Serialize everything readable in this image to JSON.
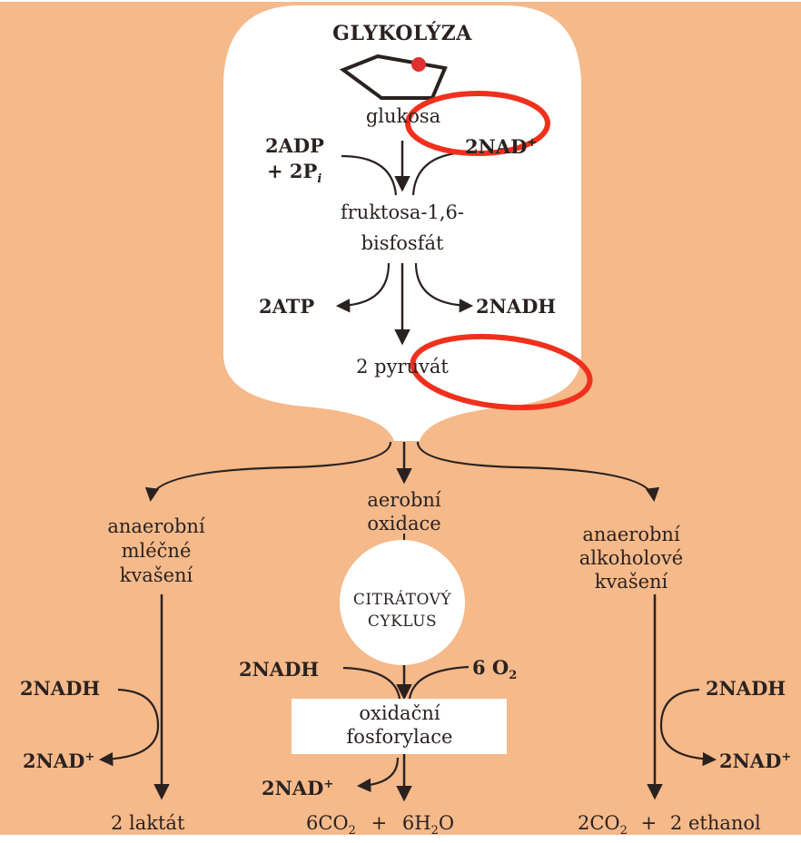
{
  "title": "GLYKOLÝZA",
  "glycolysis": {
    "glucose": "glukosa",
    "adp_line1": "2ADP",
    "adp_line2_prefix": "+ 2P",
    "adp_line2_sub": "i",
    "nad_in": "2NAD",
    "nad_in_sup": "+",
    "fructose_line1": "fruktosa-1,6-",
    "fructose_line2": "bisfosfát",
    "atp_out": "2ATP",
    "nadh_out": "2NADH",
    "pyruvate": "2 pyruvát"
  },
  "branches": {
    "left": {
      "line1": "anaerobní",
      "line2": "mléčné",
      "line3": "kvašení",
      "nadh": "2NADH",
      "nad": "2NAD",
      "nad_sup": "+",
      "product": "2 laktát"
    },
    "center": {
      "line1": "aerobní",
      "line2": "oxidace",
      "cycle_line1": "CITRÁTOVÝ",
      "cycle_line2": "CYKLUS",
      "nadh": "2NADH",
      "o2_prefix": "6 O",
      "o2_sub": "2",
      "box_line1": "oxidační",
      "box_line2": "fosforylace",
      "nad": "2NAD",
      "nad_sup": "+",
      "co2_prefix": "6CO",
      "co2_sub": "2",
      "plus": "+",
      "h2o_pre": "6H",
      "h2o_sub": "2",
      "h2o_post": "O"
    },
    "right": {
      "line1": "anaerobní",
      "line2": "alkoholové",
      "line3": "kvašení",
      "nadh": "2NADH",
      "nad": "2NAD",
      "nad_sup": "+",
      "co2_prefix": "2CO",
      "co2_sub": "2",
      "plus": "+",
      "ethanol": "2 ethanol"
    }
  },
  "colors": {
    "background": "#f5b98a",
    "bubble": "#ffffff",
    "ink": "#2a2220",
    "highlight": "#f0301c",
    "molecule_dot": "#e03030"
  }
}
